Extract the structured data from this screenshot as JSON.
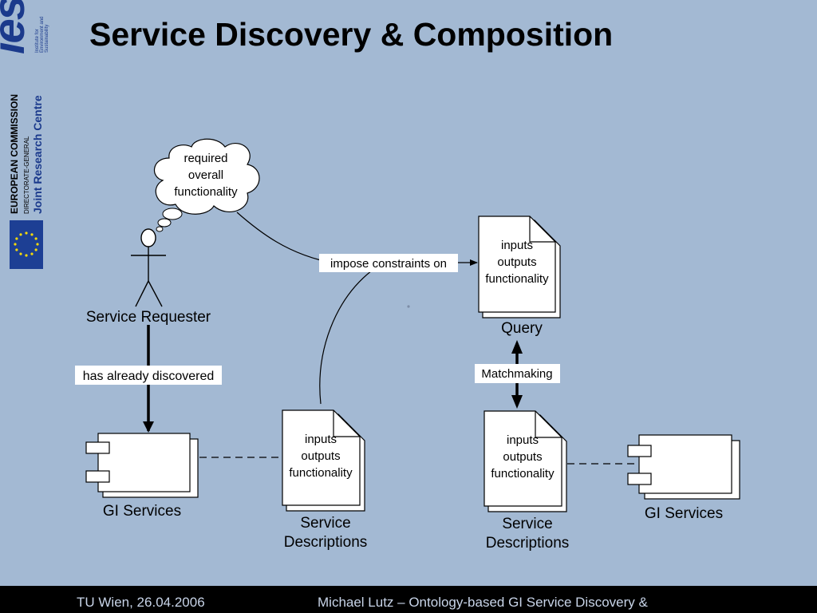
{
  "slide": {
    "title": "Service Discovery & Composition",
    "footer_left": "TU Wien, 26.04.2006",
    "footer_right": "Michael Lutz – Ontology-based GI Service Discovery & Composition"
  },
  "logos": {
    "ies_subtitle": [
      "Institute for",
      "Environment and",
      "Sustainability"
    ],
    "commission": "EUROPEAN COMMISSION",
    "directorate": "DIRECTORATE-GENERAL",
    "jrc": "Joint Research Centre"
  },
  "diagram": {
    "thought_bubble": [
      "required",
      "overall",
      "functionality"
    ],
    "actor_label": "Service Requester",
    "edge_has_discovered": "has already discovered",
    "edge_impose": "impose constraints on",
    "edge_matchmaking": "Matchmaking",
    "query_doc": [
      "inputs",
      "outputs",
      "functionality"
    ],
    "query_label": "Query",
    "service_doc_left": [
      "inputs",
      "outputs",
      "functionality"
    ],
    "service_doc_right": [
      "inputs",
      "outputs",
      "functionality"
    ],
    "service_desc_left": [
      "Service",
      "Descriptions"
    ],
    "service_desc_right": [
      "Service",
      "Descriptions"
    ],
    "gi_services_left": "GI Services",
    "gi_services_right": "GI Services"
  },
  "colors": {
    "background": "#a3b9d3",
    "logo_blue": "#1b3a8c",
    "eu_flag": "#1d3f94",
    "eu_stars": "#f5d90a"
  }
}
